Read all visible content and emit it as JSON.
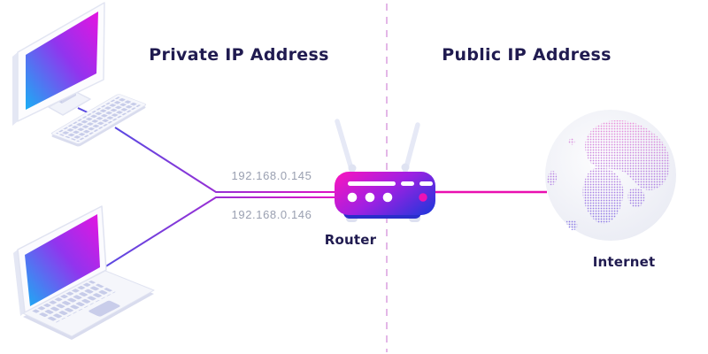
{
  "sections": {
    "private": {
      "title": "Private IP Address"
    },
    "public": {
      "title": "Public IP Address"
    }
  },
  "devices": {
    "desktop": {
      "ip_address": "192.168.0.145"
    },
    "laptop": {
      "ip_address": "192.168.0.146"
    },
    "router": {
      "label": "Router"
    },
    "internet": {
      "label": "Internet"
    }
  },
  "colors": {
    "title_text": "#201b50",
    "ip_text": "#9aa0b1",
    "divider_pink": "#e3b7e7",
    "line_purple": "#5a4ae2",
    "line_magenta": "#e90fb0",
    "router_gradient_start": "#ee16c3",
    "router_gradient_mid": "#a020e2",
    "router_gradient_end": "#2c34dc",
    "screen_gradient_cyan": "#19aef4",
    "screen_gradient_magenta": "#e414e0",
    "globe_continent_pink": "#f191da",
    "globe_continent_purple": "#7f76e8"
  }
}
